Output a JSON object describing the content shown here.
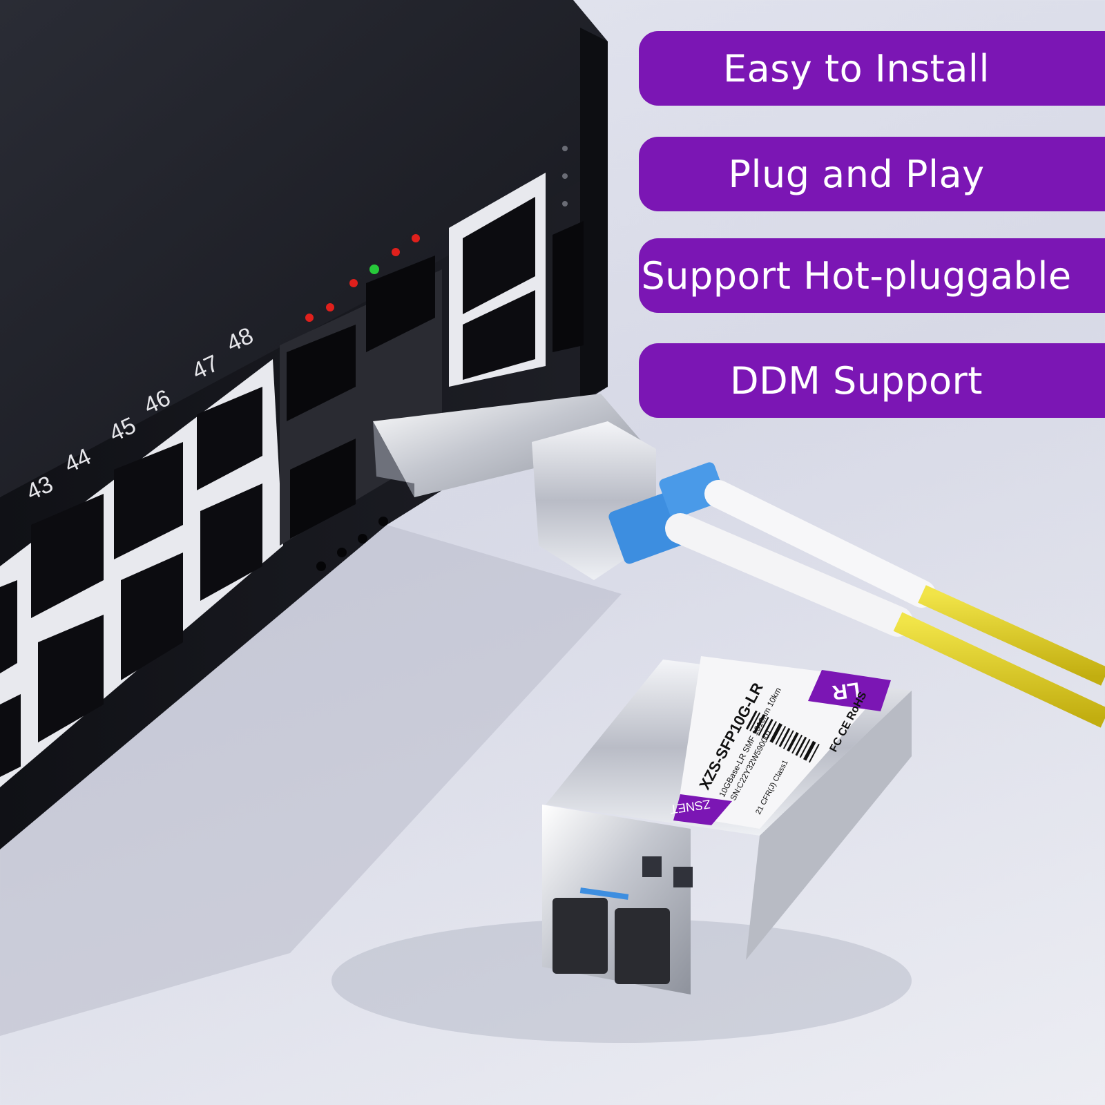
{
  "features": [
    "Easy to Install",
    "Plug and Play",
    "Support Hot-pluggable",
    "DDM Support"
  ],
  "switch": {
    "port_numbers": [
      "43",
      "44",
      "45",
      "46",
      "47",
      "48"
    ]
  },
  "module": {
    "type_code": "LR",
    "model": "XZS-SFP10G-LR",
    "spec_line": "10GBase-LR SMF 1310nm 10km",
    "serial_line": "SN:C22Y32W590001",
    "class_line": "21 CFR(J) Class1",
    "certs": "FC CE RoHS",
    "brand": "ZSNET"
  },
  "colors": {
    "badge": "#7b16b4",
    "switch_body": "#1a1b22",
    "led_red": "#e0201c",
    "led_green": "#27c93a",
    "fiber": "#e3d21f",
    "connector": "#3d8ee0"
  }
}
